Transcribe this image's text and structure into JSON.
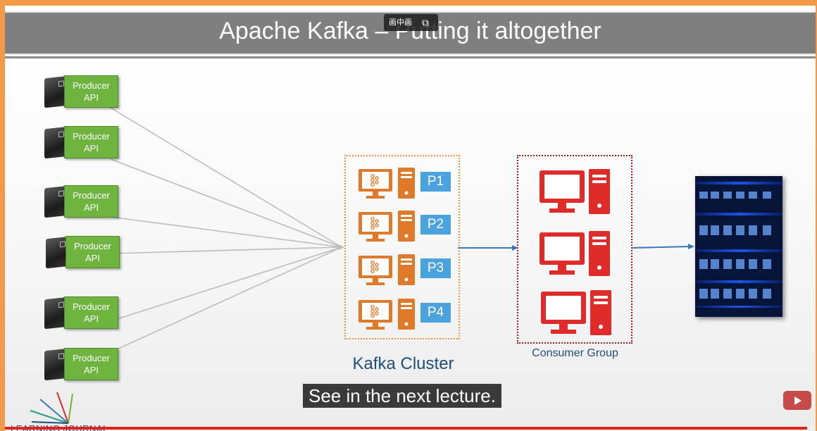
{
  "slide": {
    "title": "Apache Kafka – Putting it altogether"
  },
  "overlay": {
    "pip_label": "画中画",
    "pip_icon": "picture-in-picture-icon",
    "subtitle": "See in the next lecture.",
    "play_icon": "youtube-play-icon",
    "progress_fraction": 0.99
  },
  "producers": [
    {
      "line1": "Producer",
      "line2": "API"
    },
    {
      "line1": "Producer",
      "line2": "API"
    },
    {
      "line1": "Producer",
      "line2": "API"
    },
    {
      "line1": "Producer",
      "line2": "API"
    },
    {
      "line1": "Producer",
      "line2": "API"
    },
    {
      "line1": "Producer",
      "line2": "API"
    }
  ],
  "cluster": {
    "label": "Kafka Cluster",
    "partitions": [
      "P1",
      "P2",
      "P3",
      "P4"
    ],
    "node_icon": "kafka-broker-icon"
  },
  "consumer_group": {
    "label": "Consumer Group",
    "consumer_icon": "computer-icon",
    "count": 3
  },
  "sink": {
    "icon": "server-rack-icon"
  },
  "logo": {
    "text": "LEARNING JOURNAL"
  },
  "colors": {
    "title_bar": "#7f7f7f",
    "producer_green": "#6fb43f",
    "kafka_orange": "#e07a2b",
    "consumer_red": "#e02b2b",
    "partition_blue": "#4aa3df",
    "arrow_blue": "#3a78b8"
  }
}
